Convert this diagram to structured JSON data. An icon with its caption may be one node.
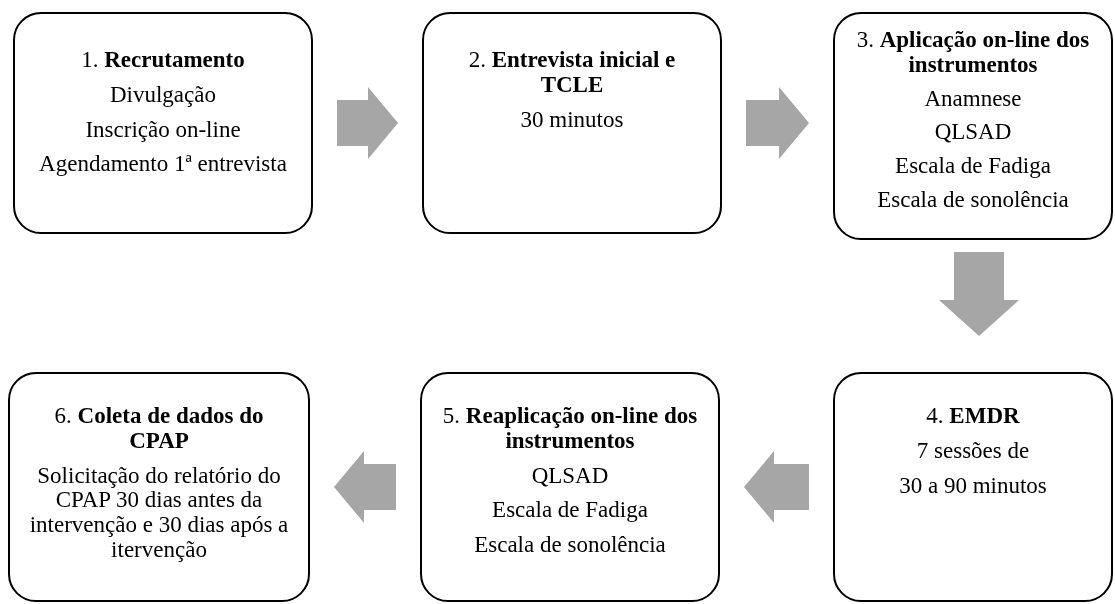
{
  "diagram": {
    "nodes": [
      {
        "text": [
          "1. **Recrutamento**",
          "Divulgação",
          "Inscrição on-line",
          "Agendamento 1ª entrevista"
        ]
      },
      {
        "text": [
          "2. **Entrevista inicial e TCLE**",
          "30 minutos"
        ]
      },
      {
        "text": [
          "3. **Aplicação on-line dos instrumentos**",
          "Anamnese",
          "QLSAD",
          "Escala de Fadiga",
          "Escala de sonolência"
        ]
      },
      {
        "text": [
          "4. **EMDR**",
          "7 sessões de",
          "30 a 90 minutos"
        ]
      },
      {
        "text": [
          "5. **Reaplicação on-line dos instrumentos**",
          "QLSAD",
          "Escala de Fadiga",
          "Escala de sonolência"
        ]
      },
      {
        "text": [
          "6. **Coleta de dados do CPAP**",
          "Solicitação do relatório do CPAP 30 dias antes da intervenção e 30 dias após a itervenção"
        ]
      }
    ],
    "edges": [
      {
        "from": 0,
        "to": 1,
        "arrow": "to"
      },
      {
        "from": 1,
        "to": 2,
        "arrow": "to"
      },
      {
        "from": 2,
        "to": 3,
        "arrow": "to"
      },
      {
        "from": 3,
        "to": 4,
        "arrow": "to"
      },
      {
        "from": 4,
        "to": 5,
        "arrow": "to"
      }
    ]
  }
}
